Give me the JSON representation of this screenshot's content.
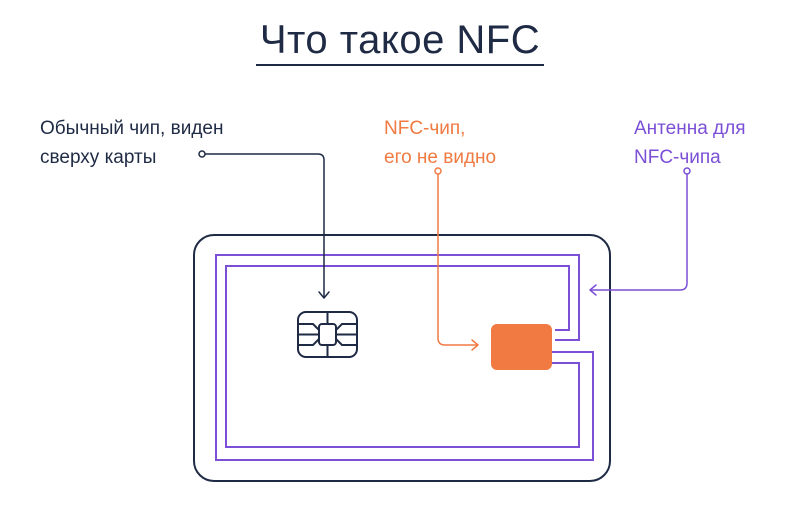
{
  "title": "Что такое NFC",
  "labels": {
    "regular_chip": [
      "Обычный чип, виден",
      "сверху карты"
    ],
    "nfc_chip": [
      "NFC-чип,",
      "его не видно"
    ],
    "antenna": [
      "Антенна для",
      "NFC-чипа"
    ]
  },
  "colors": {
    "dark": "#1f2a44",
    "nfc_orange": "#f07a42",
    "antenna_purple": "#7b4fd6"
  }
}
